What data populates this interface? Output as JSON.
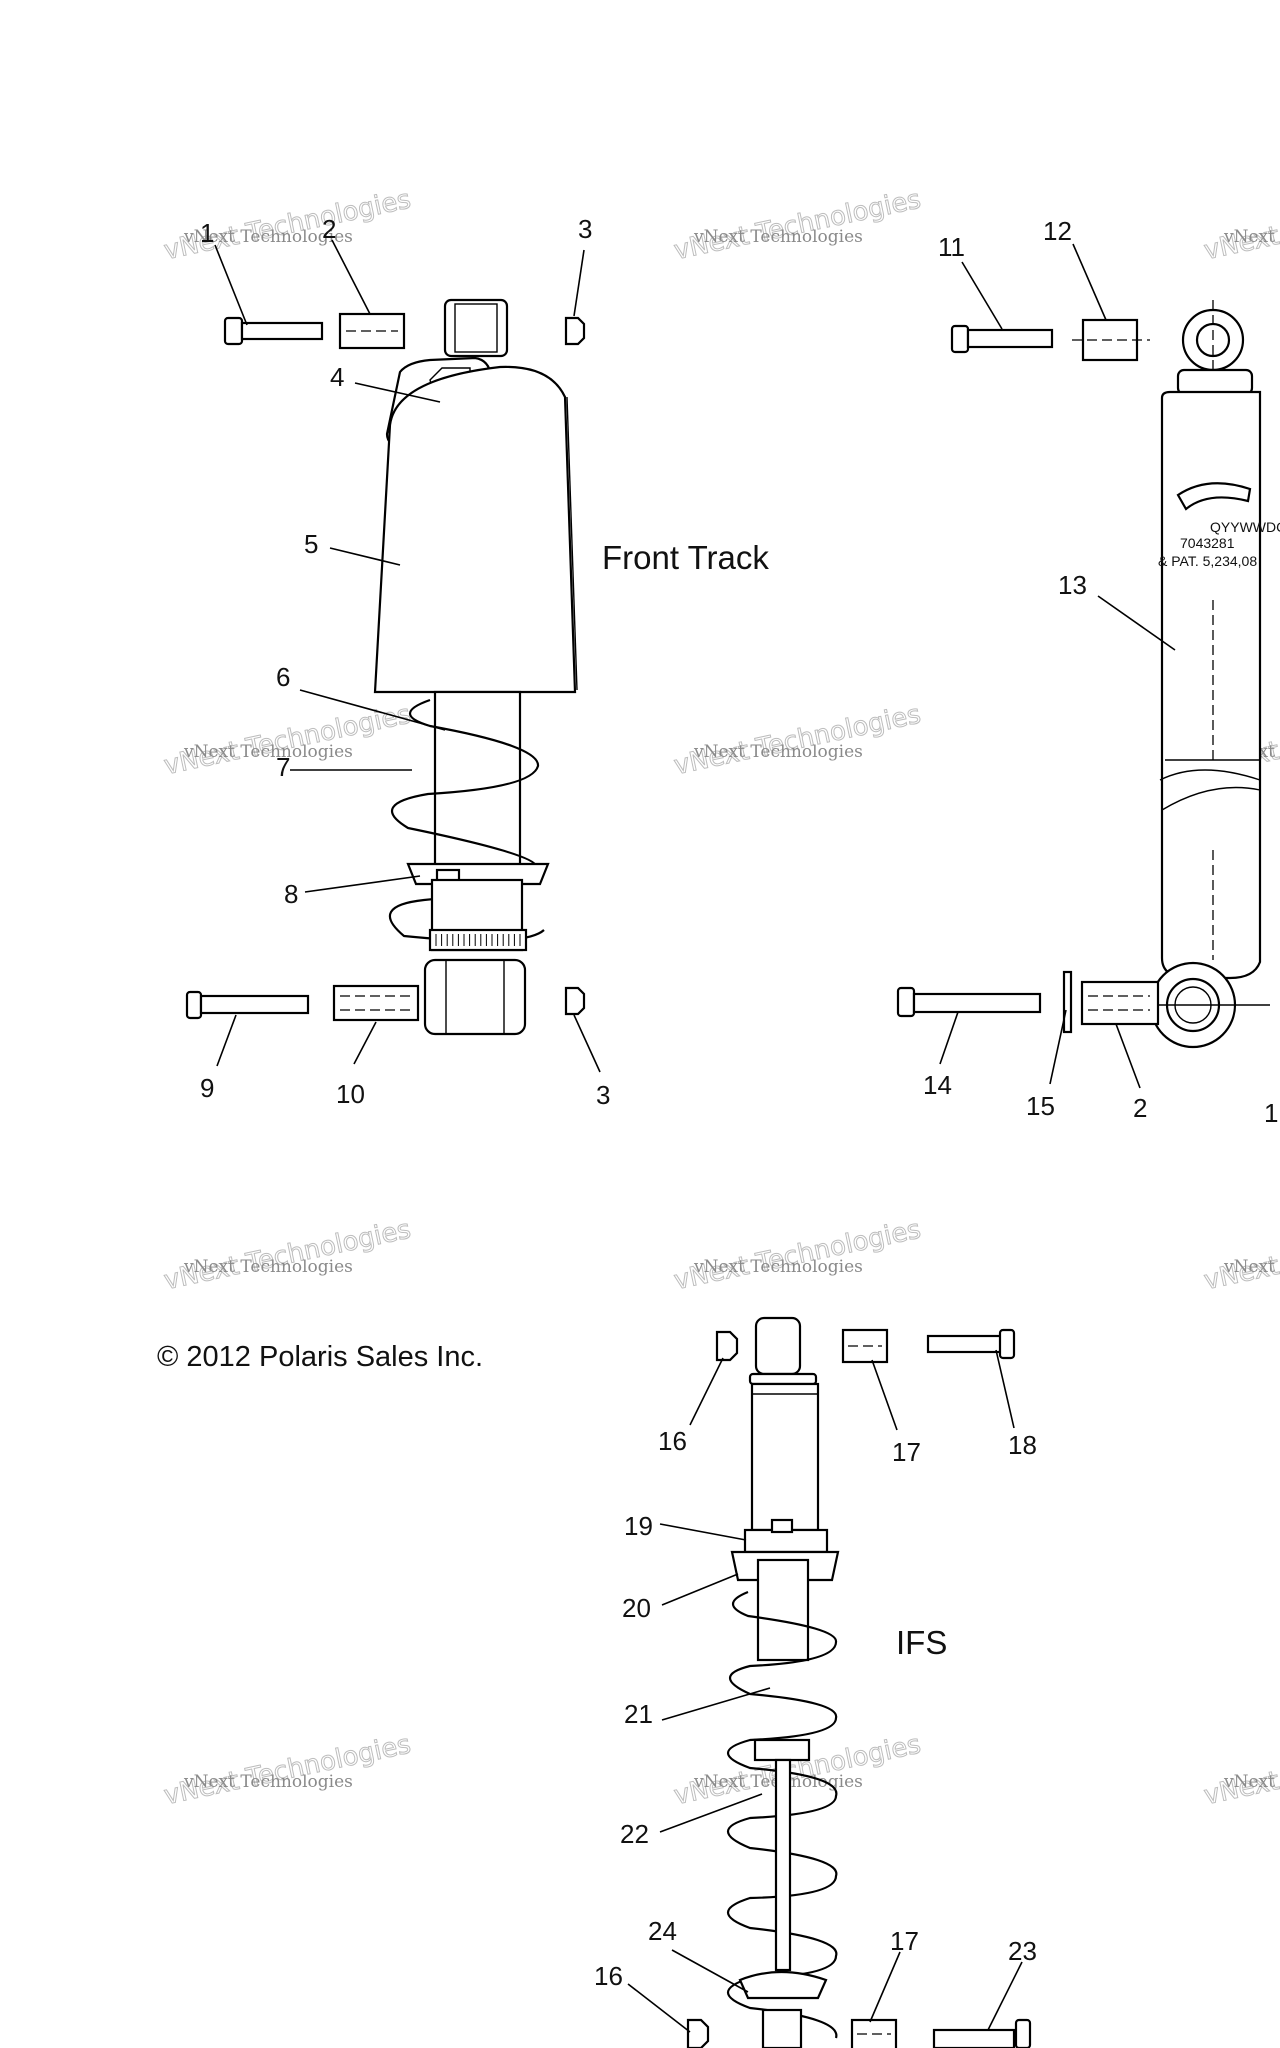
{
  "diagram": {
    "section_labels": {
      "front_track": "Front Track",
      "ifs": "IFS"
    },
    "copyright": "© 2012 Polaris Sales Inc.",
    "watermark": {
      "line1": "vNext Technologies",
      "line2": "vNext Technologies"
    },
    "shock_markings": {
      "line1": "QYYWWDC",
      "line2": "7043281",
      "line3": "& PAT. 5,234,08"
    },
    "callouts": [
      "1",
      "2",
      "3",
      "4",
      "5",
      "6",
      "7",
      "8",
      "9",
      "10",
      "3",
      "11",
      "12",
      "13",
      "14",
      "15",
      "2",
      "1",
      "16",
      "17",
      "18",
      "19",
      "20",
      "21",
      "22",
      "24",
      "16",
      "17",
      "23"
    ]
  }
}
